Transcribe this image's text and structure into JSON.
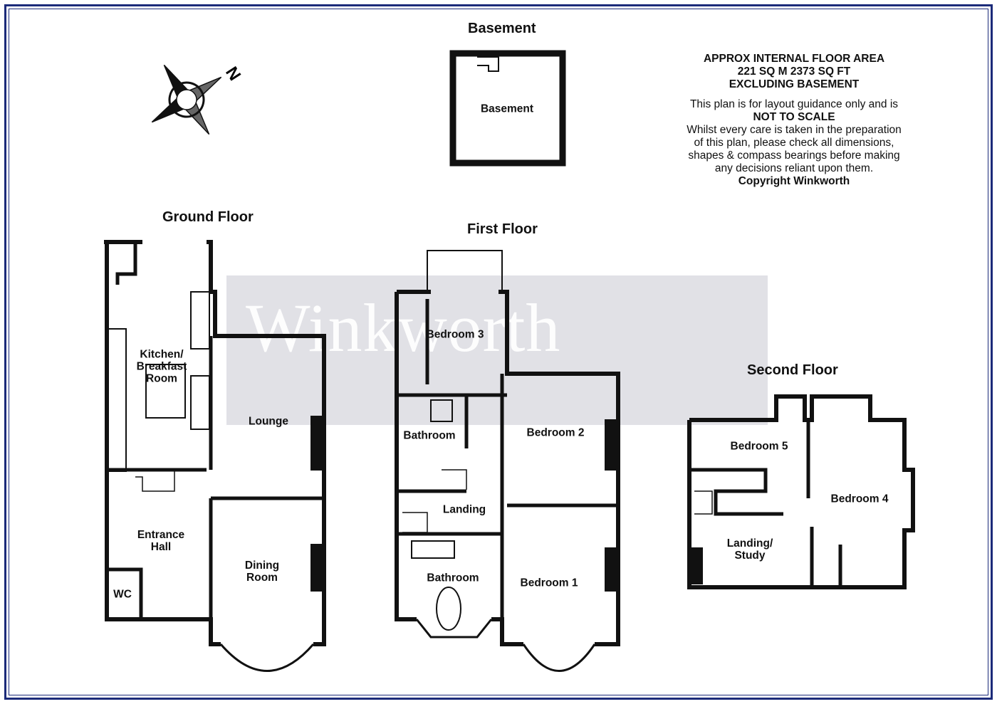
{
  "floors": {
    "basement": "Basement",
    "ground": "Ground Floor",
    "first": "First Floor",
    "second": "Second Floor"
  },
  "info": {
    "line1": "APPROX INTERNAL FLOOR AREA",
    "line2": "221 SQ M 2373 SQ FT",
    "line3": "EXCLUDING BASEMENT",
    "line4": "This plan is for layout guidance only and is",
    "line5": "NOT TO SCALE",
    "line6": "Whilst every care is taken in the preparation",
    "line7": "of this plan, please check all dimensions,",
    "line8": "shapes & compass bearings before making",
    "line9": "any decisions reliant upon them.",
    "line10": "Copyright Winkworth"
  },
  "watermark": "Winkworth",
  "compass_label": "N",
  "rooms": {
    "basement": "Basement",
    "kitchen": "Kitchen/\nBreakfast\nRoom",
    "lounge": "Lounge",
    "entrance": "Entrance\nHall",
    "dining": "Dining\nRoom",
    "wc": "WC",
    "bedroom3": "Bedroom 3",
    "bathroom_small": "Bathroom",
    "bedroom2": "Bedroom 2",
    "landing": "Landing",
    "bathroom_main": "Bathroom",
    "bedroom1": "Bedroom 1",
    "bedroom5": "Bedroom 5",
    "bedroom4": "Bedroom 4",
    "landing_study": "Landing/\nStudy"
  },
  "colors": {
    "frame": "#1c2b7a",
    "wall": "#111111"
  }
}
